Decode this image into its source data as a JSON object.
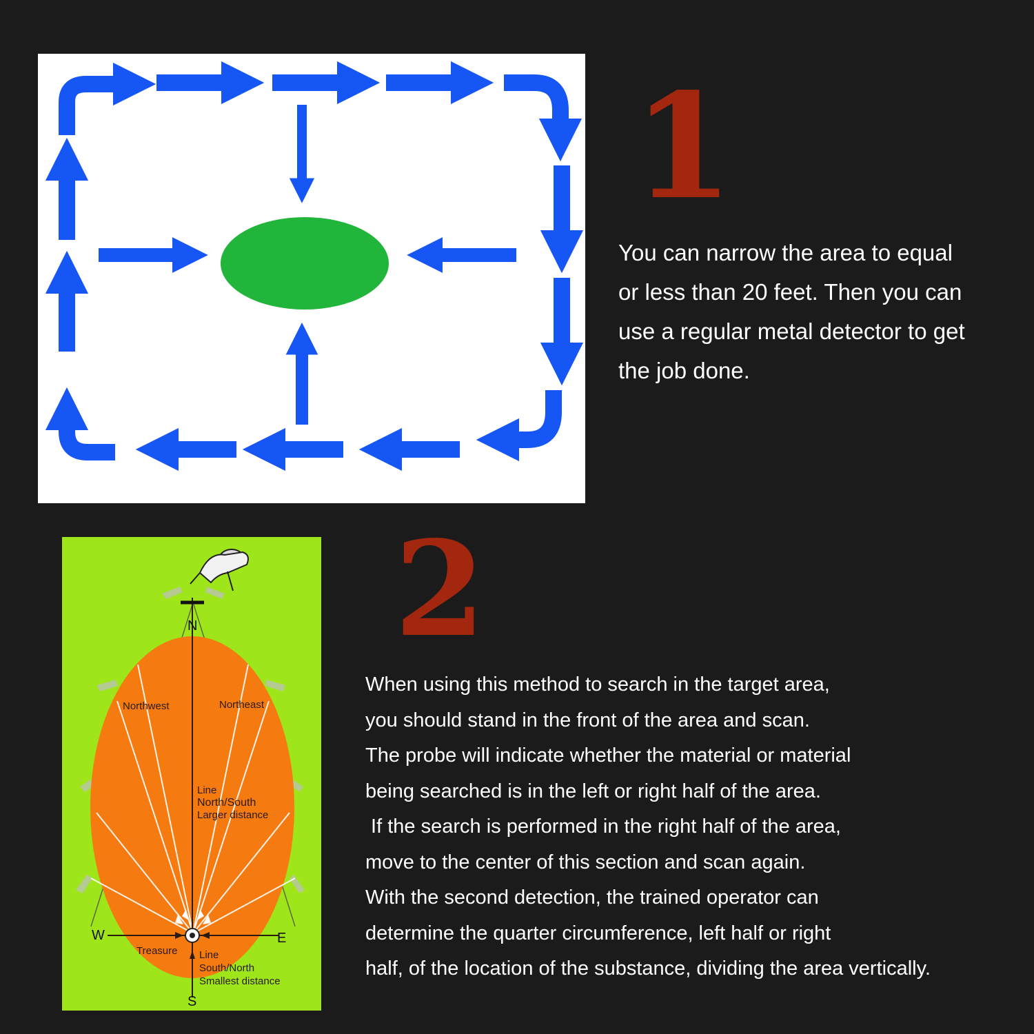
{
  "step1": {
    "number": "1",
    "lines": [
      "You can narrow the area to equal",
      "or less than 20 feet. Then you can",
      "use a regular metal detector to get",
      "the job done."
    ]
  },
  "step2": {
    "number": "2",
    "lines": [
      "When using this method to search in the target area,",
      "you should stand in the front of the area and scan.",
      "The probe will indicate whether the material or material",
      "being searched is in the left or right half of the area.",
      " If the search is performed in the right half of the area,",
      "move to the center of this section and scan again.",
      "With the second detection, the trained operator can",
      "determine the quarter circumference, left half or right",
      "half, of the location of the substance, dividing the area vertically."
    ]
  },
  "diagram2": {
    "north": "N",
    "south": "S",
    "west": "W",
    "east": "E",
    "northwest": "Northwest",
    "northeast": "Northeast",
    "treasure": "Treasure",
    "line_ns_1": "Line",
    "line_ns_2": "North/South",
    "line_ns_3": "Larger distance",
    "line_sn_1": "Line",
    "line_sn_2": "South/North",
    "line_sn_3": "Smallest distance"
  },
  "colors": {
    "background": "#1b1b1b",
    "arrow_blue": "#1556f5",
    "target_green": "#22b53b",
    "step_number_red": "#a3270e",
    "panel2_green": "#9ee51a",
    "panel2_orange": "#f57a10"
  }
}
